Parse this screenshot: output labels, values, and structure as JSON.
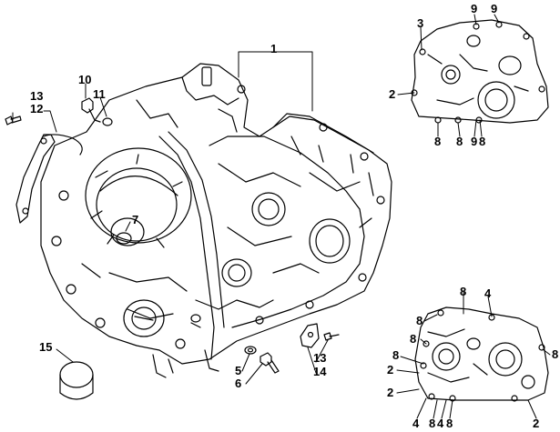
{
  "diagram": {
    "colors": {
      "line": "#000000",
      "background": "#ffffff"
    },
    "callouts": [
      {
        "id": "c1",
        "text": "1"
      },
      {
        "id": "c2a",
        "text": "2"
      },
      {
        "id": "c3",
        "text": "3"
      },
      {
        "id": "c9a",
        "text": "9"
      },
      {
        "id": "c9b",
        "text": "9"
      },
      {
        "id": "c8a",
        "text": "8"
      },
      {
        "id": "c8b",
        "text": "8"
      },
      {
        "id": "c9c",
        "text": "9"
      },
      {
        "id": "c8c",
        "text": "8"
      },
      {
        "id": "c10",
        "text": "10"
      },
      {
        "id": "c11",
        "text": "11"
      },
      {
        "id": "c13a",
        "text": "13"
      },
      {
        "id": "c12",
        "text": "12"
      },
      {
        "id": "c7",
        "text": "7"
      },
      {
        "id": "c15",
        "text": "15"
      },
      {
        "id": "c5",
        "text": "5"
      },
      {
        "id": "c6",
        "text": "6"
      },
      {
        "id": "c13b",
        "text": "13"
      },
      {
        "id": "c14",
        "text": "14"
      },
      {
        "id": "c8d",
        "text": "8"
      },
      {
        "id": "c4a",
        "text": "4"
      },
      {
        "id": "c8e",
        "text": "8"
      },
      {
        "id": "c8f",
        "text": "8"
      },
      {
        "id": "c8g",
        "text": "8"
      },
      {
        "id": "c8h",
        "text": "8"
      },
      {
        "id": "c2b",
        "text": "2"
      },
      {
        "id": "c2c",
        "text": "2"
      },
      {
        "id": "c4b",
        "text": "4"
      },
      {
        "id": "c8i",
        "text": "8"
      },
      {
        "id": "c4c",
        "text": "4"
      },
      {
        "id": "c8j",
        "text": "8"
      },
      {
        "id": "c2d",
        "text": "2"
      }
    ]
  }
}
